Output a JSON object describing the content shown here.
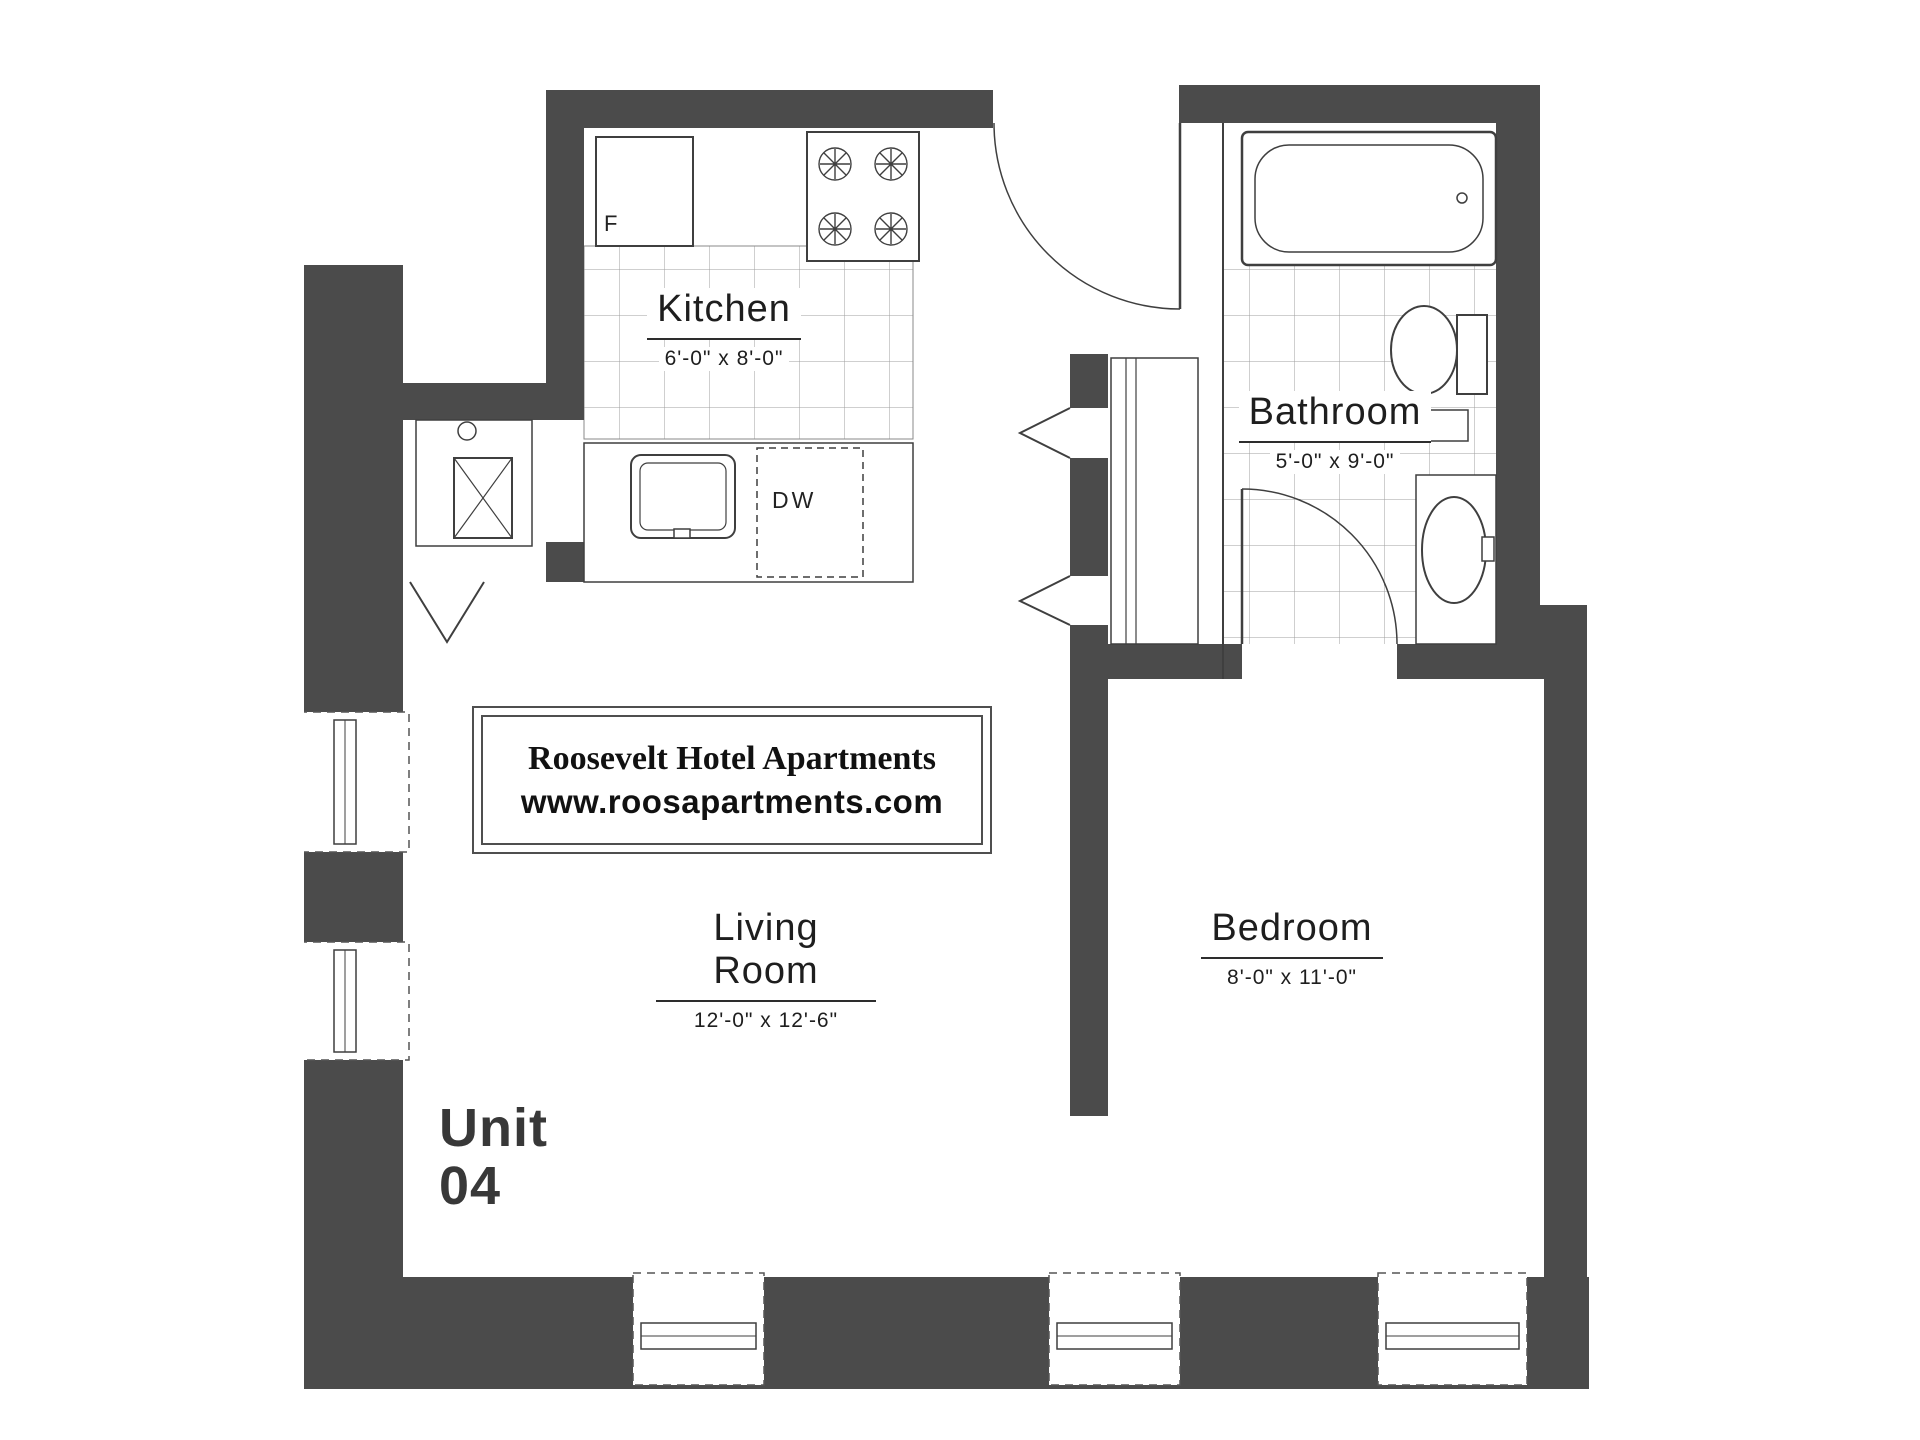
{
  "plan": {
    "unit_label": {
      "line1": "Unit",
      "line2": "04"
    },
    "branding": {
      "title": "Roosevelt Hotel Apartments",
      "website": "www.roosapartments.com"
    },
    "rooms": {
      "kitchen": {
        "name": "Kitchen",
        "dimensions": "6'-0\" x 8'-0\""
      },
      "bathroom": {
        "name": "Bathroom",
        "dimensions": "5'-0\" x 9'-0\""
      },
      "living_room": {
        "name": "Living Room",
        "dimensions": "12'-0\" x 12'-6\""
      },
      "bedroom": {
        "name": "Bedroom",
        "dimensions": "8'-0\" x 11'-0\""
      }
    },
    "appliances": {
      "fridge": "F",
      "dishwasher": "DW"
    },
    "colors": {
      "wall": "#4b4b4b",
      "line": "#3f3f3f",
      "tile_grid": "#9f9f9f",
      "text": "#1e1e1e"
    }
  }
}
